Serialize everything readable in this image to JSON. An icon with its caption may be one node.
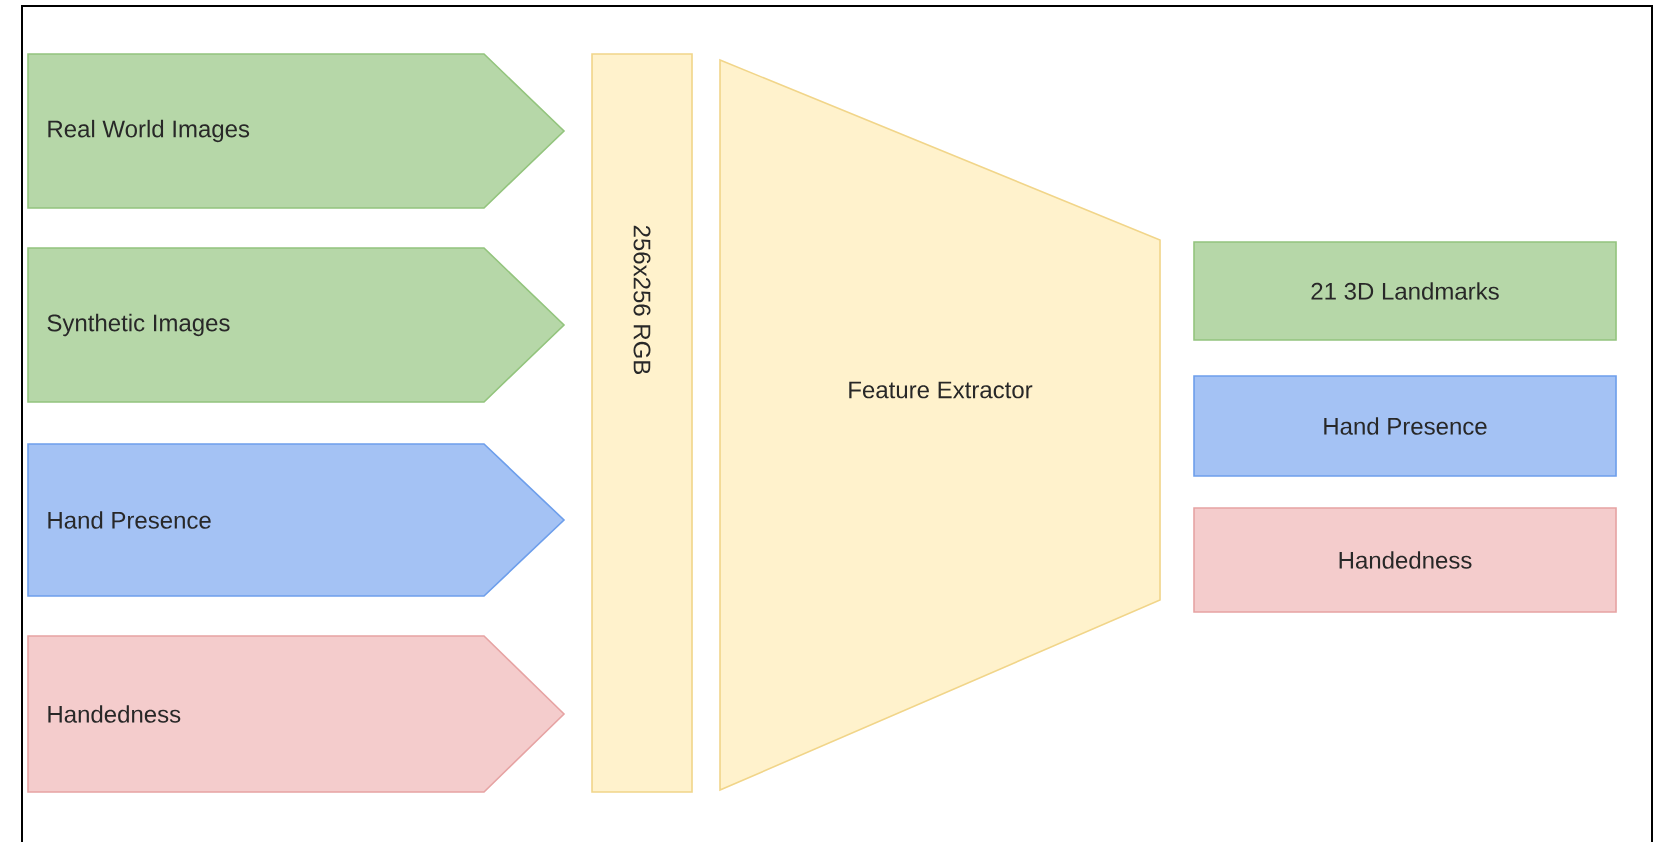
{
  "diagram": {
    "nodes": [
      {
        "text": [
          "Real World Images"
        ]
      },
      {
        "text": [
          "Synthetic Images"
        ]
      },
      {
        "text": [
          "Hand Presence"
        ]
      },
      {
        "text": [
          "Handedness"
        ]
      },
      {
        "text": [
          "256x256 RGB"
        ]
      },
      {
        "text": [
          "Feature Extractor"
        ]
      },
      {
        "text": [
          "21 3D Landmarks"
        ]
      },
      {
        "text": [
          "Hand Presence"
        ]
      },
      {
        "text": [
          "Handedness"
        ]
      }
    ]
  }
}
